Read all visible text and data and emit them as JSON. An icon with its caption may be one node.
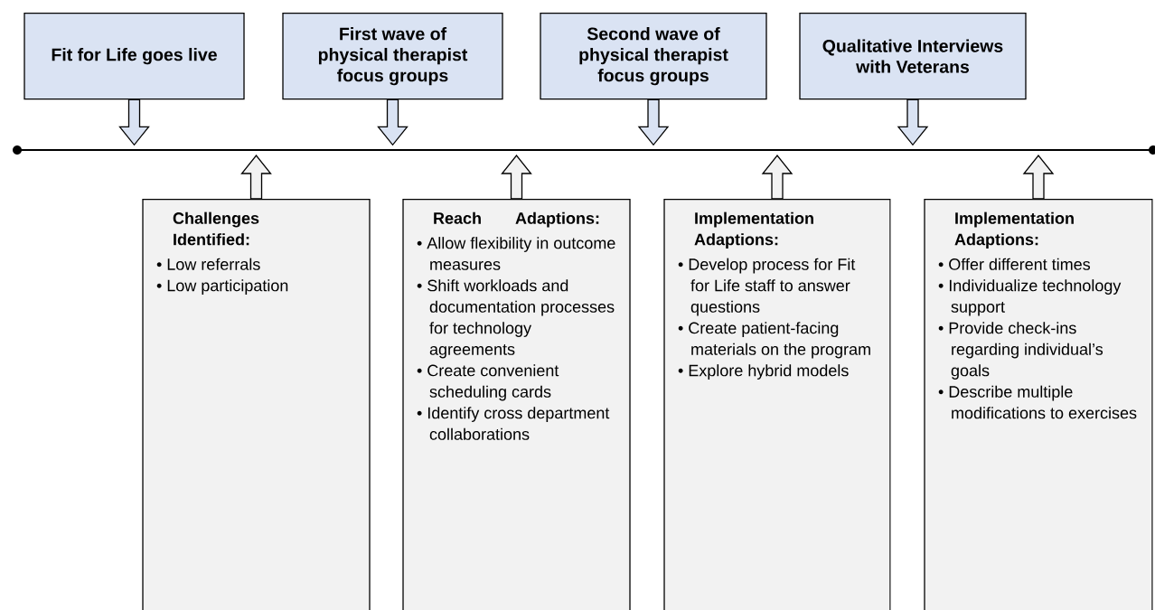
{
  "diagram": {
    "nodes": [
      {
        "text": [
          "Fit for Life goes live"
        ]
      },
      {
        "text": [
          "First wave of physical therapist focus groups"
        ]
      },
      {
        "text": [
          "Second wave of physical therapist focus groups"
        ]
      },
      {
        "text": [
          "Qualitative Interviews with Veterans"
        ]
      },
      {
        "text": [
          "Challenges Identified:",
          "• Low referrals",
          "• Low participation"
        ]
      },
      {
        "text": [
          "Reach Adaptions:",
          "• Allow flexibility in outcome measures",
          "• Shift workloads and documentation processes for technology agreements",
          "• Create convenient scheduling cards",
          "• Identify cross department collaborations"
        ]
      },
      {
        "text": [
          "Implementation Adaptions:",
          "• Develop process for Fit for Life staff to answer questions",
          "• Create patient-facing materials on the program",
          "• Explore hybrid models"
        ]
      },
      {
        "text": [
          "Implementation Adaptions:",
          "• Offer different times",
          "• Individualize technology support",
          "• Provide check-ins regarding individual’s goals",
          "• Describe multiple modifications to exercises"
        ]
      }
    ],
    "edges": [
      {
        "from": 0,
        "to": null,
        "arrow": "to"
      },
      {
        "from": 1,
        "to": null,
        "arrow": "to"
      },
      {
        "from": 2,
        "to": null,
        "arrow": "to"
      },
      {
        "from": 3,
        "to": null,
        "arrow": "to"
      },
      {
        "from": 4,
        "to": null,
        "arrow": "to"
      },
      {
        "from": 5,
        "to": null,
        "arrow": "to"
      },
      {
        "from": 6,
        "to": null,
        "arrow": "to"
      },
      {
        "from": 7,
        "to": null,
        "arrow": "to"
      }
    ]
  }
}
